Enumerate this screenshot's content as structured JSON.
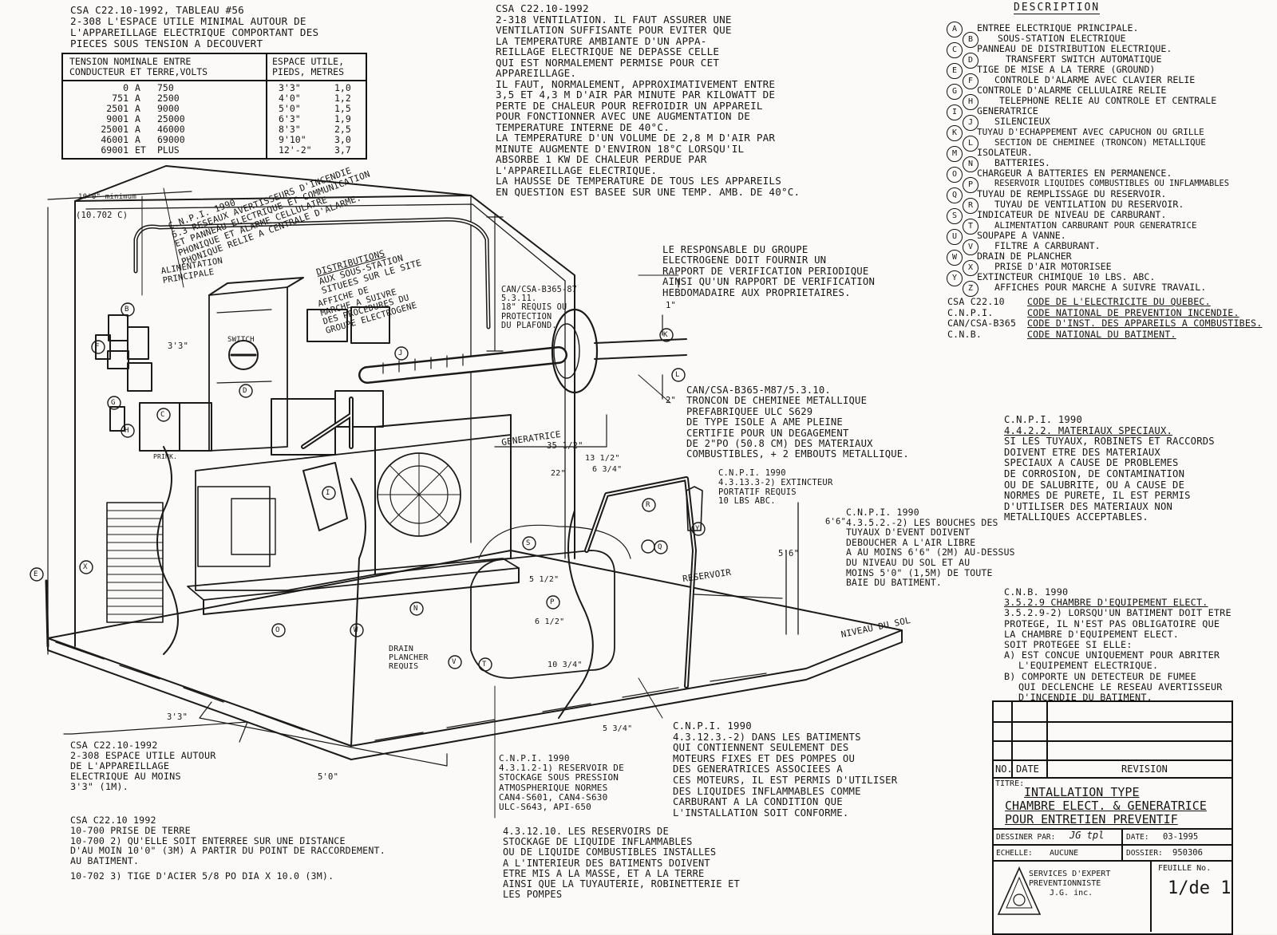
{
  "top_left": {
    "lines": [
      "CSA C22.10-1992, TABLEAU #56",
      "2-308 L'ESPACE UTILE MINIMAL AUTOUR DE",
      "L'APPAREILLAGE ELECTRIQUE COMPORTANT DES",
      "PIECES SOUS TENSION A DECOUVERT"
    ],
    "table": {
      "header_left": [
        "TENSION NOMINALE ENTRE",
        "CONDUCTEUR ET TERRE,VOLTS"
      ],
      "header_right": [
        "ESPACE UTILE,",
        "PIEDS, METRES"
      ],
      "rows": [
        [
          "0",
          "A",
          "750",
          "3'3\"",
          "1,0"
        ],
        [
          "751",
          "A",
          "2500",
          "4'0\"",
          "1,2"
        ],
        [
          "2501",
          "A",
          "9000",
          "5'0\"",
          "1,5"
        ],
        [
          "9001",
          "A",
          "25000",
          "6'3\"",
          "1,9"
        ],
        [
          "25001",
          "A",
          "46000",
          "8'3\"",
          "2,5"
        ],
        [
          "46001",
          "A",
          "69000",
          "9'10\"",
          "3,0"
        ],
        [
          "69001",
          "ET",
          "PLUS",
          "12'-2\"",
          "3,7"
        ]
      ]
    }
  },
  "top_center": {
    "lines": [
      "CSA C22.10-1992",
      "2-318 VENTILATION. IL FAUT ASSURER UNE",
      "VENTILATION SUFFISANTE POUR EVITER QUE",
      "LA TEMPERATURE AMBIANTE D'UN APPA-",
      "REILLAGE ELECTRIQUE NE DEPASSE CELLE",
      "QUI EST NORMALEMENT PERMISE POUR CET",
      "APPAREILLAGE.",
      "IL FAUT, NORMALEMENT, APPROXIMATIVEMENT ENTRE",
      "3,5 ET 4,3 M D'AIR PAR MINUTE PAR KILOWATT DE",
      "PERTE DE CHALEUR POUR REFROIDIR UN APPAREIL",
      "POUR FONCTIONNER AVEC UNE AUGMENTATION DE",
      "TEMPERATURE INTERNE DE 40°C.",
      "LA TEMPERATURE D'UN VOLUME DE 2,8 M D'AIR PAR",
      "MINUTE AUGMENTE D'ENVIRON 18°C LORSQU'IL",
      "ABSORBE 1 KW DE CHALEUR PERDUE PAR",
      "L'APPAREILLAGE ELECTRIQUE.",
      "LA HAUSSE DE TEMPERATURE DE TOUS LES APPAREILS",
      "EN QUESTION EST BASEE SUR UNE TEMP. AMB. DE 40°C."
    ]
  },
  "description": {
    "title": "DESCRIPTION",
    "items": [
      {
        "letter": "A",
        "text": "ENTREE ELECTRIQUE PRINCIPALE."
      },
      {
        "letter": "B",
        "text": "SOUS-STATION ELECTRIQUE"
      },
      {
        "letter": "C",
        "text": "PANNEAU DE DISTRIBUTION ELECTRIQUE."
      },
      {
        "letter": "D",
        "text": "TRANSFERT SWITCH AUTOMATIQUE"
      },
      {
        "letter": "E",
        "text": "TIGE DE MISE A LA TERRE (GROUND)"
      },
      {
        "letter": "F",
        "text": "CONTROLE D'ALARME AVEC CLAVIER RELIE"
      },
      {
        "letter": "G",
        "text": "CONTROLE D'ALARME CELLULAIRE RELIE"
      },
      {
        "letter": "H",
        "text": "TELEPHONE RELIE AU CONTROLE ET CENTRALE"
      },
      {
        "letter": "I",
        "text": "GENERATRICE"
      },
      {
        "letter": "J",
        "text": "SILENCIEUX"
      },
      {
        "letter": "K",
        "text": "TUYAU D'ECHAPPEMENT AVEC CAPUCHON OU GRILLE"
      },
      {
        "letter": "L",
        "text": "SECTION DE CHEMINEE (TRONCON) METALLIQUE"
      },
      {
        "letter": "M",
        "text": "ISOLATEUR."
      },
      {
        "letter": "N",
        "text": "BATTERIES."
      },
      {
        "letter": "O",
        "text": "CHARGEUR A BATTERIES EN PERMANENCE."
      },
      {
        "letter": "P",
        "text": "RESERVOIR LIQUIDES COMBUSTIBLES OU INFLAMMABLES"
      },
      {
        "letter": "Q",
        "text": "TUYAU DE REMPLISSAGE DU RESERVOIR."
      },
      {
        "letter": "R",
        "text": "TUYAU DE VENTILATION DU RESERVOIR."
      },
      {
        "letter": "S",
        "text": "INDICATEUR DE NIVEAU DE CARBURANT."
      },
      {
        "letter": "T",
        "text": "ALIMENTATION CARBURANT POUR GENERATRICE"
      },
      {
        "letter": "U",
        "text": "SOUPAPE A VANNE."
      },
      {
        "letter": "V",
        "text": "FILTRE A CARBURANT."
      },
      {
        "letter": "W",
        "text": "DRAIN DE PLANCHER"
      },
      {
        "letter": "X",
        "text": "PRISE D'AIR MOTORISEE"
      },
      {
        "letter": "Y",
        "text": "EXTINCTEUR CHIMIQUE 10 LBS. ABC."
      },
      {
        "letter": "Z",
        "text": "AFFICHES POUR MARCHE A SUIVRE TRAVAIL."
      }
    ],
    "codes": [
      {
        "code": "CSA C22.10",
        "text": "CODE DE L'ELECTRICITE DU QUEBEC."
      },
      {
        "code": "C.N.P.I.",
        "text": "CODE NATIONAL DE PREVENTION INCENDIE."
      },
      {
        "code": "CAN/CSA-B365",
        "text": "CODE D'INST. DES APPAREILS A COMBUSTIBES."
      },
      {
        "code": "C.N.B.",
        "text": "CODE NATIONAL DU BATIMENT."
      }
    ]
  },
  "notes": {
    "responsable": [
      "LE RESPONSABLE DU GROUPE",
      "ELECTROGENE DOIT FOURNIR UN",
      "RAPPORT DE VERIFICATION PERIODIQUE",
      "AINSI QU'UN RAPPORT DE VERIFICATION",
      "HEBDOMADAIRE AUX PROPRIETAIRES."
    ],
    "cheminee": [
      "CAN/CSA-B365-M87/5.3.10.",
      "TRONCON DE CHEMINEE METALLIQUE",
      "PREFABRIQUEE ULC S629",
      "DE TYPE ISOLE A AME PLEINE",
      "CERTIFIE POUR UN DEGAGEMENT",
      "DE 2\"PO (50.8 CM) DES MATERIAUX",
      "COMBUSTIBLES, + 2 EMBOUTS METALLIQUE."
    ],
    "materiaux": [
      "C.N.P.I. 1990",
      "4.4.2.2. MATERIAUX SPECIAUX.",
      "SI LES TUYAUX, ROBINETS ET RACCORDS",
      "DOIVENT ETRE DES MATERIAUX",
      "SPECIAUX A CAUSE DE PROBLEMES",
      "DE CORROSION, DE CONTAMINATION",
      "OU DE SALUBRITE, OU A CAUSE DE",
      "NORMES DE PURETE, IL EST PERMIS",
      "D'UTILISER DES MATERIAUX NON",
      "METALLIQUES ACCEPTABLES."
    ],
    "cnb": [
      "C.N.B. 1990",
      "3.5.2.9 CHAMBRE D'EQUIPEMENT ELECT.",
      "3.5.2.9-2) LORSQU'UN BATIMENT DOIT ETRE",
      "PROTEGE, IL N'EST PAS OBLIGATOIRE QUE",
      "LA CHAMBRE D'EQUIPEMENT ELECT.",
      "SOIT PROTEGEE SI ELLE:",
      "A) EST CONCUE UNIQUEMENT pour ABRITER",
      "L'EQUIPEMENT ELECTRIQUE.",
      "B) COMPORTE UN DETECTEUR DE FUMEE",
      "QUI DECLENCHE LE RESEAU AVERTISSEUR",
      "D'INCENDIE DU BATIMENT."
    ],
    "bouches": [
      "C.N.P.I. 1990",
      "4.3.5.2.-2) LES BOUCHES DES",
      "TUYAUX D'EVENT DOIVENT",
      "DEBOUCHER A L'AIR LIBRE",
      "A AU MOINS 6'6\" (2M) AU-DESSUS",
      "DU NIVEAU DU SOL ET AU",
      "MOINS 5'0\" (1,5M) DE TOUTE",
      "BAIE DU BATIMENT."
    ],
    "extincteur": [
      "C.N.P.I. 1990",
      "4.3.13.3-2) EXTINCTEUR",
      "PORTATIF REQUIS",
      "10 lbs ABC."
    ],
    "batiments": [
      "C.N.P.I. 1990",
      "4.3.12.3.-2) DANS LES BATIMENTS",
      "QUI CONTIENNENT SEULEMENT DES",
      "MOTEURS FIXES ET DES POMPES OU",
      "DES GENERATRICES ASSOCIEES A",
      "CES MOTEURS, IL EST PERMIS D'UTILISER",
      "DES LIQUIDES INFLAMMABLES COMME",
      "CARBURANT A LA CONDITION QUE",
      "L'INSTALLATION SOIT CONFORME."
    ],
    "reservoir_stockage": [
      "C.N.P.I. 1990",
      "4.3.1.2-1) RESERVOIR DE",
      "STOCKAGE SOUS PRESSION",
      "ATMOSPHERIQUE NORMES",
      "CAN4-S601, CAN4-S630",
      "ULC-S643, API-650"
    ],
    "espace_utile": [
      "CSA C22.10-1992",
      "2-308 ESPACE UTILE AUTOUR",
      "DE L'APPAREILLAGE",
      "ELECTRIQUE AU MOINS",
      "3'3\" (1M)."
    ],
    "prise_terre": [
      "CSA C22.10 1992",
      "10-700 PRISE DE TERRE",
      "10-700 2) QU'ELLE SOIT ENTERREE SUR UNE DISTANCE",
      "D'AU MOIN 10'0\" (3M) A PARTIR DU POINT DE RACCORDEMENT.",
      "AU BATIMENT.",
      "10-702 3) TIGE D'ACIER 5/8 PO DIA x 10.0 (3M)."
    ],
    "reservoirs_liquide": [
      "4.3.12.10. LES RESERVOIRS DE",
      "STOCKAGE DE LIQUIDE INFLAMMABLES",
      "OU DE LIQUIDE COMBUSTIBLES INSTALLES",
      "A L'INTERIEUR DES BATIMENTS DOIVENT",
      "ETRE MIS A LA MASSE, ET A LA TERRE",
      "AINSI QUE LA TUYAUTERIE, ROBINETTERIE ET",
      "LES POMPES"
    ],
    "reseaux": [
      "C.N.P.I. 1990",
      "6.3 RESEAUX AVERTISSEURS D'INCENDIE",
      "ET PANNEAU ELECTRIQUE ET COMMUNICATION",
      "PHONIQUE ET ALARME CELLULAIRE",
      "PHONIQUE RELIE A CENTRALE D'ALARME."
    ],
    "distribution": [
      "DISTRIBUTIONS",
      "AUX SOUS-STATION",
      "SITUEES SUR LE SITE"
    ],
    "affiche": [
      "AFFICHE DE",
      "MARCHE A SUIVRE",
      "DES PROCEDURES DU",
      "GROUPE ELECTROGENE"
    ],
    "alimentation": [
      "ALIMENTATION",
      "PRINCIPALE"
    ],
    "plafond": [
      "CAN/CSA-B365-87",
      "5.3.11.",
      "18\" REQUIS OU",
      "PROTECTION",
      "DU PLAFOND."
    ]
  },
  "dims": {
    "d10_top": "10'0\" minimum",
    "d10_sub": "(10.702 c)",
    "d33": "3'3\"",
    "d1": "1\"",
    "d2": "2\"",
    "d3512": "35 1/2\"",
    "d1312": "13 1/2\"",
    "d22": "22\"",
    "d634": "6 3/4\"",
    "d66": "6'6\"",
    "d56": "5'6\"",
    "d50": "5'0\"",
    "d33b": "3'3\"",
    "d512": "5 1/2\"",
    "d1034": "10 3/4\"",
    "d58": "5 3/4\"",
    "d612": "6 1/2\""
  },
  "labels": {
    "generatrice": "GENERATRICE",
    "reservoir": "RESERVOIR",
    "niveau_sol": "NIVEAU DU SOL",
    "drain": [
      "DRAIN",
      "PLANCHER",
      "REQUIS"
    ],
    "switch": "SWITCH",
    "prink": "PRINK.",
    "panel_labels": [
      "A",
      "B",
      "C",
      "D",
      "E",
      "F",
      "G",
      "H",
      "I",
      "J",
      "K",
      "L",
      "M",
      "N",
      "O",
      "P",
      "Q",
      "R",
      "S",
      "T",
      "U",
      "V",
      "W",
      "X",
      "Y"
    ]
  },
  "titleblock": {
    "col_no": "NO.",
    "col_date": "DATE",
    "col_revision": "REVISION",
    "titre_label": "TITRE:",
    "titre": [
      "INTALLATION TYPE",
      "CHAMBRE ELECT. & GENERATRICE",
      "POUR ENTRETIEN PREVENTIF"
    ],
    "dessine_label": "DESSINER PAR:",
    "dessine": "JG tpl",
    "date_label": "DATE:",
    "date": "03-1995",
    "echelle_label": "ECHELLE:",
    "echelle": "AUCUNE",
    "dossier_label": "DOSSIER:",
    "dossier": "950306",
    "company": [
      "SERVICES D'EXPERT",
      "PREVENTIONNISTE",
      "J.G. inc."
    ],
    "feuille_label": "FEUILLE No.",
    "feuille": "1/de 1"
  }
}
